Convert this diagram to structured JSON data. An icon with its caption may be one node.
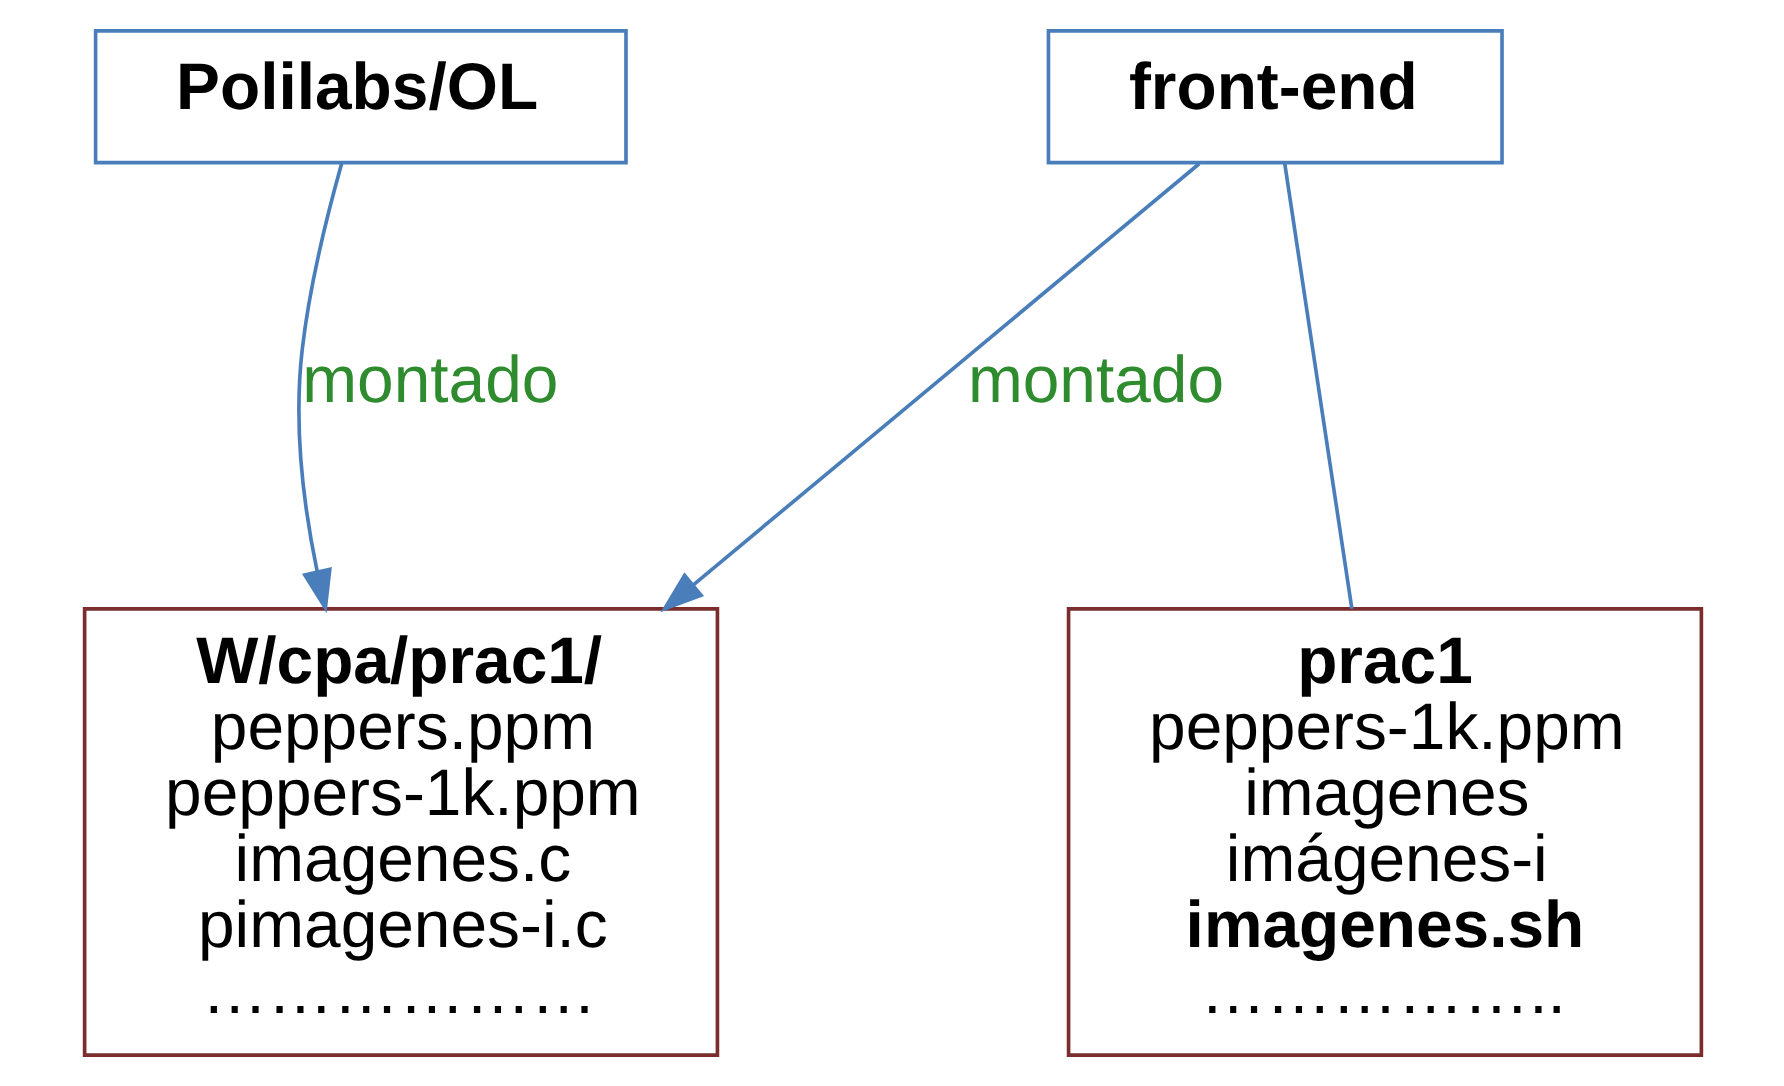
{
  "diagram": {
    "nodes": [
      {
        "text": [
          "Polilabs/OL"
        ]
      },
      {
        "text": [
          "front-end"
        ]
      },
      {
        "text": [
          "W/cpa/prac1/",
          "peppers.ppm",
          "peppers-1k.ppm",
          "imagenes.c",
          "pimagenes-i.c",
          "………………"
        ]
      },
      {
        "text": [
          "prac1",
          "peppers-1k.ppm",
          "imagenes",
          "imágenes-i",
          "imagenes.sh",
          "…………….."
        ]
      }
    ],
    "edges": [
      {
        "from": 0,
        "to": 2,
        "arrow": "to",
        "label": "montado"
      },
      {
        "from": 1,
        "to": 2,
        "arrow": "to",
        "label": "montado"
      },
      {
        "from": 1,
        "to": 3,
        "arrow": "none"
      }
    ]
  }
}
